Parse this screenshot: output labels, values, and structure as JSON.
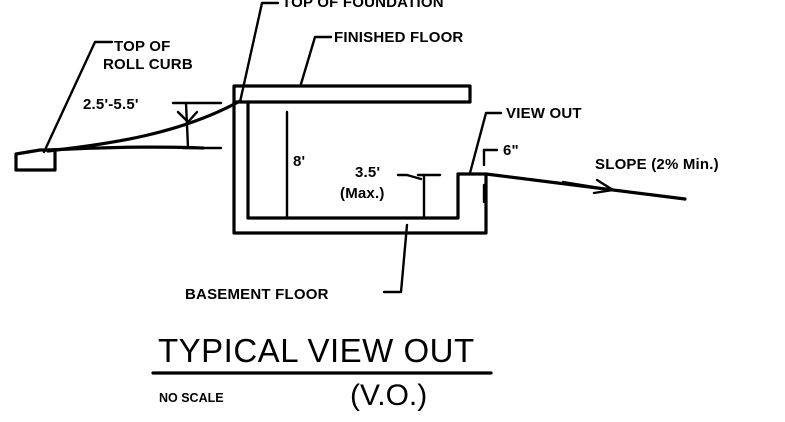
{
  "labels": {
    "top_of_foundation": "TOP OF FOUNDATION",
    "finished_floor": "FINISHED FLOOR",
    "top_of_roll_curb_line1": "TOP OF",
    "top_of_roll_curb_line2": "ROLL CURB",
    "curb_height": "2.5'-5.5'",
    "view_out": "VIEW OUT",
    "view_out_height": "6\"",
    "slope": "SLOPE (2% Min.)",
    "wall_height": "8'",
    "window_depth_line1": "3.5'",
    "window_depth_line2": "(Max.)",
    "basement_floor": "BASEMENT FLOOR"
  },
  "title": {
    "main": "TYPICAL VIEW OUT",
    "scale": "NO SCALE",
    "code": "(V.O.)"
  }
}
